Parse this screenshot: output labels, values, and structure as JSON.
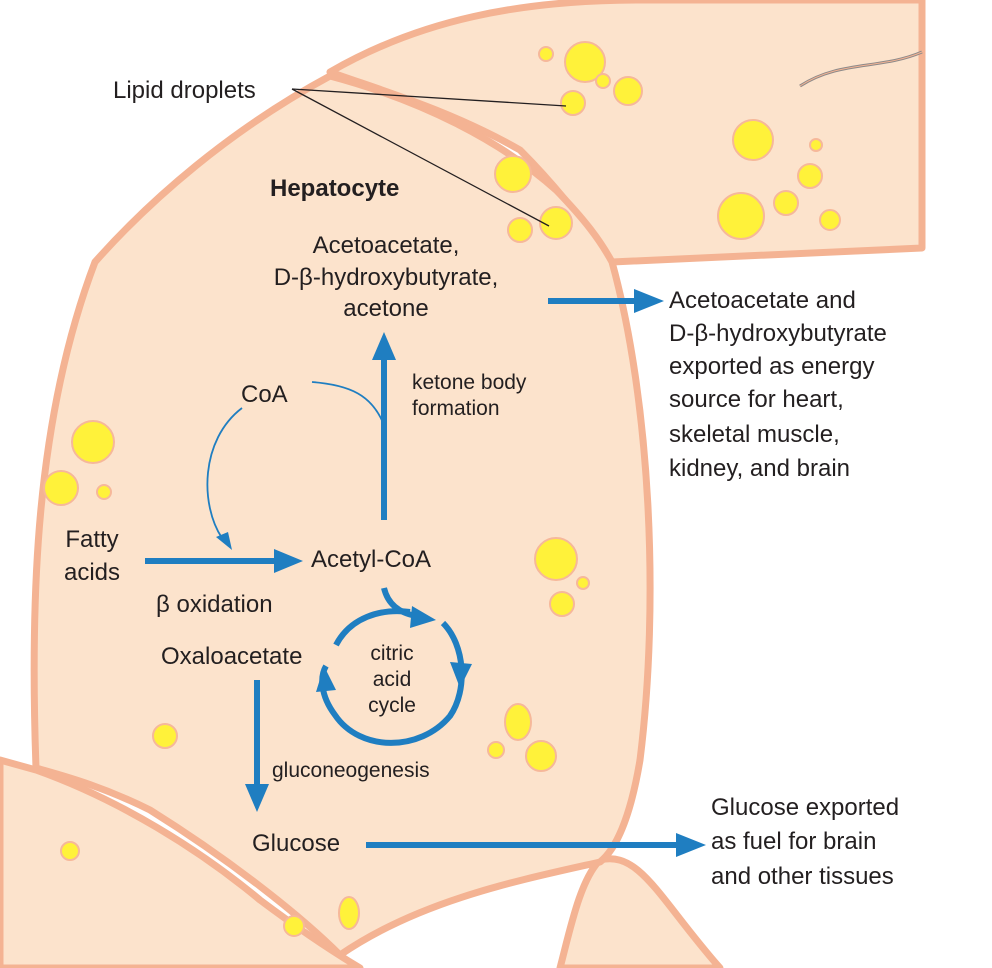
{
  "labels": {
    "lipid_droplets": "Lipid droplets",
    "hepatocyte": "Hepatocyte",
    "ketone_products": [
      "Acetoacetate,",
      "D-β-hydroxybutyrate,",
      "acetone"
    ],
    "ketone_export": [
      "Acetoacetate and",
      "D-β-hydroxybutyrate",
      "exported as energy",
      "source for heart,",
      "skeletal muscle,",
      "kidney, and brain"
    ],
    "ketone_body_formation": [
      "ketone body",
      "formation"
    ],
    "coa": "CoA",
    "fatty_acids": [
      "Fatty",
      "acids"
    ],
    "acetyl_coa": "Acetyl-CoA",
    "beta_oxidation": "β oxidation",
    "oxaloacetate": "Oxaloacetate",
    "citric_acid_cycle": [
      "citric",
      "acid",
      "cycle"
    ],
    "gluconeogenesis": "gluconeogenesis",
    "glucose": "Glucose",
    "glucose_export": [
      "Glucose exported",
      "as fuel for brain",
      "and other tissues"
    ]
  },
  "colors": {
    "cell_fill": "#fce3cc",
    "cell_border": "#f4b393",
    "droplet_fill": "#fff23a",
    "arrow": "#1f7ec1",
    "text": "#231f20"
  }
}
